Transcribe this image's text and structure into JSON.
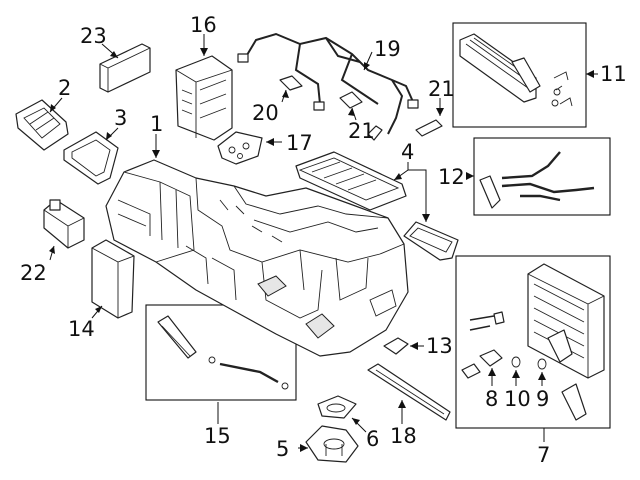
{
  "callouts": {
    "c1": "1",
    "c2": "2",
    "c3": "3",
    "c4": "4",
    "c5": "5",
    "c6": "6",
    "c7": "7",
    "c8": "8",
    "c9": "9",
    "c10": "10",
    "c11": "11",
    "c12": "12",
    "c13": "13",
    "c14": "14",
    "c15": "15",
    "c16": "16",
    "c17": "17",
    "c18": "18",
    "c19": "19",
    "c20": "20",
    "c21a": "21",
    "c21b": "21",
    "c22": "22",
    "c23": "23"
  }
}
